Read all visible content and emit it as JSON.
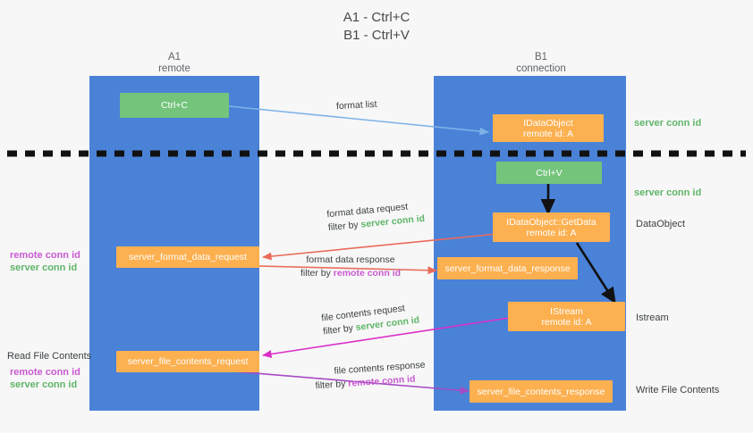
{
  "title": {
    "line1": "A1 - Ctrl+C",
    "line2": "B1 - Ctrl+V"
  },
  "lanes": [
    {
      "id": "a1",
      "name": "A1",
      "sub": "remote"
    },
    {
      "id": "b1",
      "name": "B1",
      "sub": "connection"
    }
  ],
  "colors": {
    "lane": "#4a82d8",
    "green_box": "#74c47c",
    "orange_box": "#fcb050",
    "server_conn": "#5fb568",
    "remote_conn": "#c85ad0",
    "arrow_blue": "#7fb3e8",
    "arrow_red": "#ea6b5a",
    "arrow_magenta": "#d930c8",
    "arrow_purple": "#a64bc4",
    "arrow_black": "#000000",
    "background": "#f7f7f7"
  },
  "boxes": {
    "ctrl_c": "Ctrl+C",
    "ctrl_v": "Ctrl+V",
    "idataobject_l1": "IDataObject",
    "idataobject_l2": "remote id: A",
    "getdata_l1": "IDataObject::GetData",
    "getdata_l2": "remote id: A",
    "istream_l1": "IStream",
    "istream_l2": "remote id: A",
    "server_format_data_request": "server_format_data_request",
    "server_format_data_response": "server_format_data_response",
    "server_file_contents_request": "server_file_contents_request",
    "server_file_contents_response": "server_file_contents_response"
  },
  "right_labels": {
    "server_conn_top": "server conn id",
    "server_conn_mid": "server conn id",
    "dataobject": "DataObject",
    "istream": "Istream",
    "write_file_contents": "Write File Contents"
  },
  "left_labels": {
    "read_file_contents": "Read File Contents",
    "remote_conn_id": "remote conn id",
    "server_conn_id": "server conn id"
  },
  "annotations": {
    "format_list": "format list",
    "format_data_request": "format data request",
    "format_data_request_filter_prefix": "filter by ",
    "format_data_request_filter_value": "server conn id",
    "format_data_response": "format data response",
    "format_data_response_filter_prefix": "filter by ",
    "format_data_response_filter_value": "remote conn id",
    "file_contents_request": "file contents request",
    "file_contents_request_filter_prefix": "filter by ",
    "file_contents_request_filter_value": "server conn id",
    "file_contents_response": "file contents response",
    "file_contents_response_filter_prefix": "filter by ",
    "file_contents_response_filter_value": "remote conn id"
  }
}
